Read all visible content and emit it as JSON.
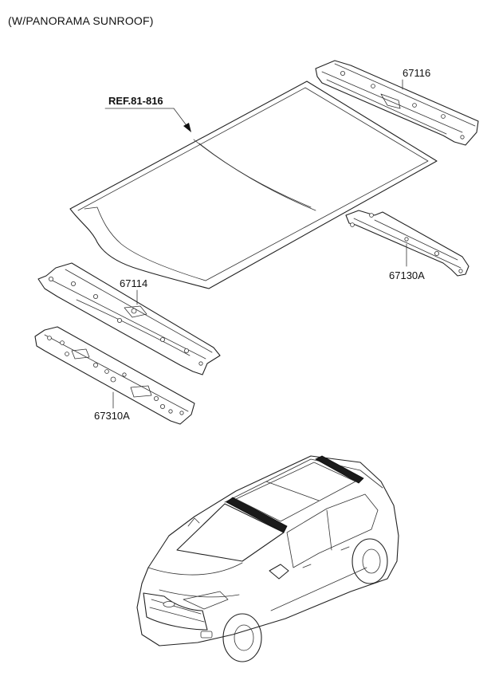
{
  "caption": "(W/PANORAMA SUNROOF)",
  "ref_label": "REF.81-816",
  "parts": {
    "rear_rail": "67116",
    "center_bow": "67130A",
    "front_rail": "67114",
    "front_inner": "67310A"
  },
  "colors": {
    "line": "#222222",
    "highlight": "#1a1a1a",
    "background": "#ffffff"
  }
}
